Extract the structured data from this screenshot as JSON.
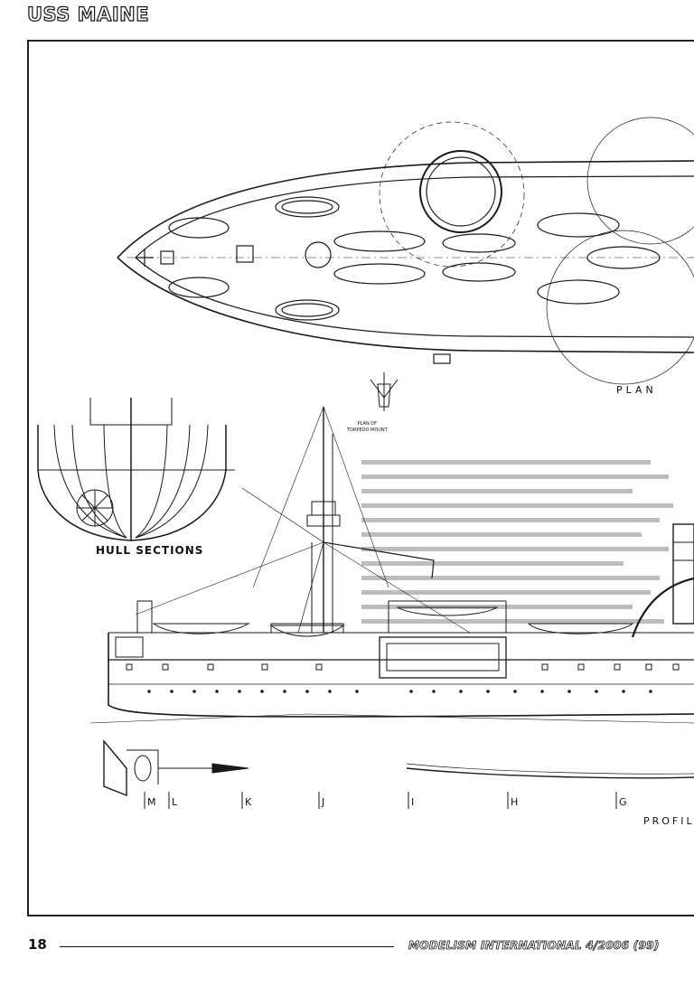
{
  "header": {
    "title": "USS MAINE"
  },
  "drawing": {
    "plan_label": "PLAN",
    "hull_sections_label": "HULL SECTIONS",
    "profile_label": "PROFIL",
    "torpedo_label_line1": "PLAN OF",
    "torpedo_label_line2": "TORPEDO MOUNT",
    "stations": [
      "M",
      "L",
      "K",
      "J",
      "I",
      "H",
      "G"
    ]
  },
  "footer": {
    "page_number": "18",
    "magazine": "MODELISM INTERNATIONAL 4/2006 (99)"
  }
}
